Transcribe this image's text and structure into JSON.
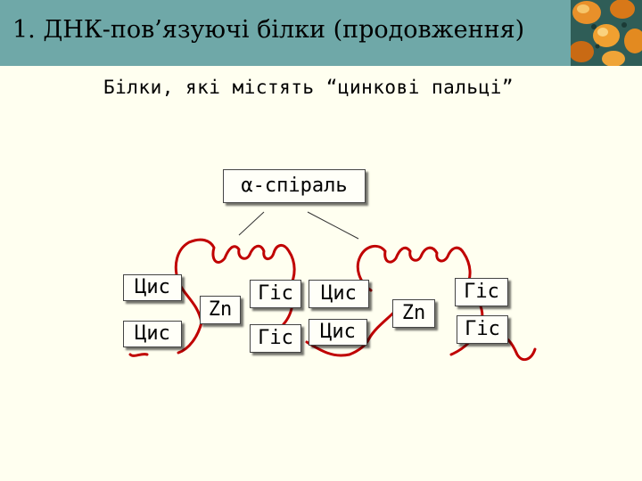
{
  "header": {
    "title": "1. ДНК-пов’язуючі білки (продовження)",
    "accent_color": "#6fa8a8"
  },
  "subtitle": "Білки, які містять “цинкові пальці”",
  "diagram": {
    "helix_label": "α-спіраль",
    "finger_1": {
      "cys_top": "Цис",
      "cys_bottom": "Цис",
      "zinc": "Zn",
      "his_top": "Гіс",
      "his_bottom": "Гіс"
    },
    "finger_2": {
      "cys_top": "Цис",
      "cys_bottom": "Цис",
      "zinc": "Zn",
      "his_top": "Гіс",
      "his_bottom": "Гіс"
    },
    "chain_color": "#c00000"
  }
}
